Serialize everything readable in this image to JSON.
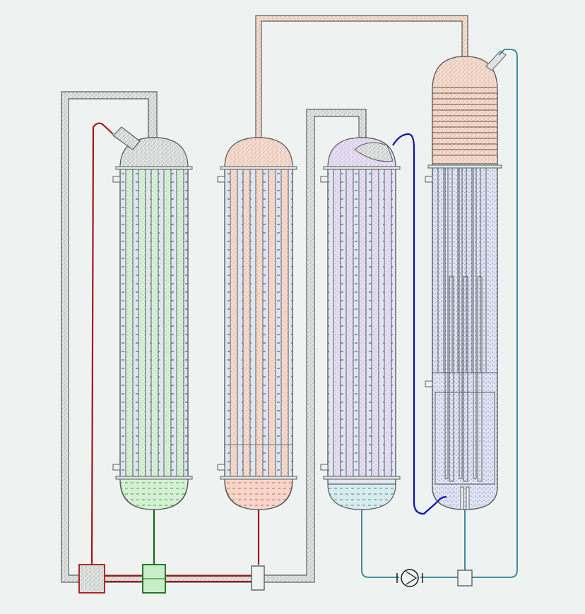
{
  "diagram": {
    "background": "#eef3f2",
    "outline": "#5a5f5e",
    "colors": {
      "gas_duct_fill": "#dfe4e2",
      "gas_duct_dots": "#555c5a",
      "shell_fill": "#dfe6f0",
      "shell_dash": "#1a2aa0",
      "green": "#2aa12a",
      "green_dark": "#146a14",
      "orange": "#d4551f",
      "purple": "#8b5ec6",
      "teal": "#2e7f96",
      "red": "#a81414",
      "blue": "#1010b0"
    },
    "units": [
      {
        "id": "column-1",
        "liquid": "green",
        "top_region": "gray-dotted"
      },
      {
        "id": "column-2",
        "liquid": "orange",
        "top_region": "orange-dotted"
      },
      {
        "id": "column-3",
        "liquid": "teal",
        "top_region": "purple-dotted"
      },
      {
        "id": "column-4",
        "liquid": "blue",
        "top_region": "orange-dotted"
      }
    ],
    "icons": {
      "pump": "pump-icon",
      "valves": [
        "valve-icon",
        "mixer-icon",
        "junction-icon"
      ]
    }
  }
}
